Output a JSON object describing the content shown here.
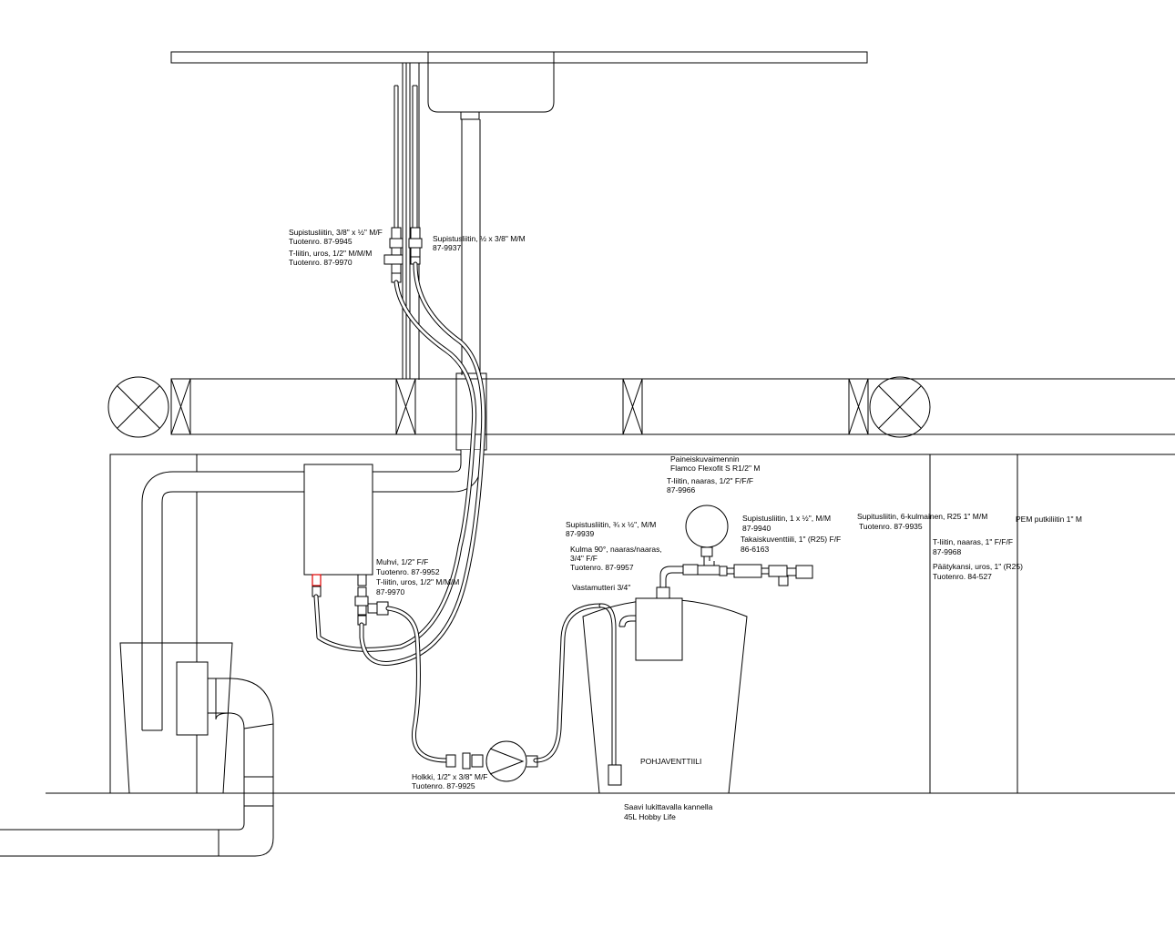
{
  "labels": {
    "supistus_38_12": "Supistusliitin, 3/8\" x ½\" M/F",
    "supistus_38_12_no": "Tuotenro. 87-9945",
    "t_liitin_uros_top": "T-liitin, uros, 1/2\" M/M/M",
    "t_liitin_uros_top_no": "Tuotenro. 87-9970",
    "supistus_12_38": "Supistusliitin, ½ x 3/8\" M/M",
    "supistus_12_38_no": "87-9937",
    "paineisku_1": "Paineiskuvaimennin",
    "paineisku_2": "Flamco Flexofit S R1/2\" M",
    "t_naaras_1": "T-liitin, naaras, 1/2\" F/F/F",
    "t_naaras_1_no": "87-9966",
    "supistus_34": "Supistusliitin, ¾ x ½\", M/M",
    "supistus_34_no": "87-9939",
    "kulma_1": "Kulma 90°, naaras/naaras,",
    "kulma_2": "3/4\" F/F",
    "kulma_no": "Tuotenro. 87-9957",
    "vastamutteri": "Vastamutteri 3/4\"",
    "supistus_1": "Supistusliitin, 1 x ½\", M/M",
    "supistus_1_no": "87-9940",
    "takaisku": "Takaiskuventtiili, 1\" (R25) F/F",
    "takaisku_no": "86-6163",
    "supitus_6": "Supitusliitin, 6-kulmainen, R25 1\" M/M",
    "supitus_6_no": "Tuotenro. 87-9935",
    "pem": "PEM putkiliitin 1\" M",
    "t_naaras_2": "T-liitin, naaras, 1\" F/F/F",
    "t_naaras_2_no": "87-9968",
    "paatykansi": "Päätykansi, uros, 1\" (R25)",
    "paatykansi_no": "Tuotenro. 84-527",
    "muhvi": "Muhvi, 1/2\" F/F",
    "muhvi_no": "Tuotenro. 87-9952",
    "t_liitin_uros_mid": "T-liitin, uros, 1/2\" M/M/M",
    "t_liitin_uros_mid_no": "87-9970",
    "holkki": "Holkki, 1/2\" x 3/8\" M/F",
    "holkki_no": "Tuotenro. 87-9925",
    "pohjaventtiili": "POHJAVENTTIILI",
    "saavi_1": "Saavi lukittavalla kannella",
    "saavi_2": "45L Hobby Life"
  },
  "colors": {
    "line": "#000000",
    "highlight": "#e00000",
    "background": "#ffffff"
  }
}
